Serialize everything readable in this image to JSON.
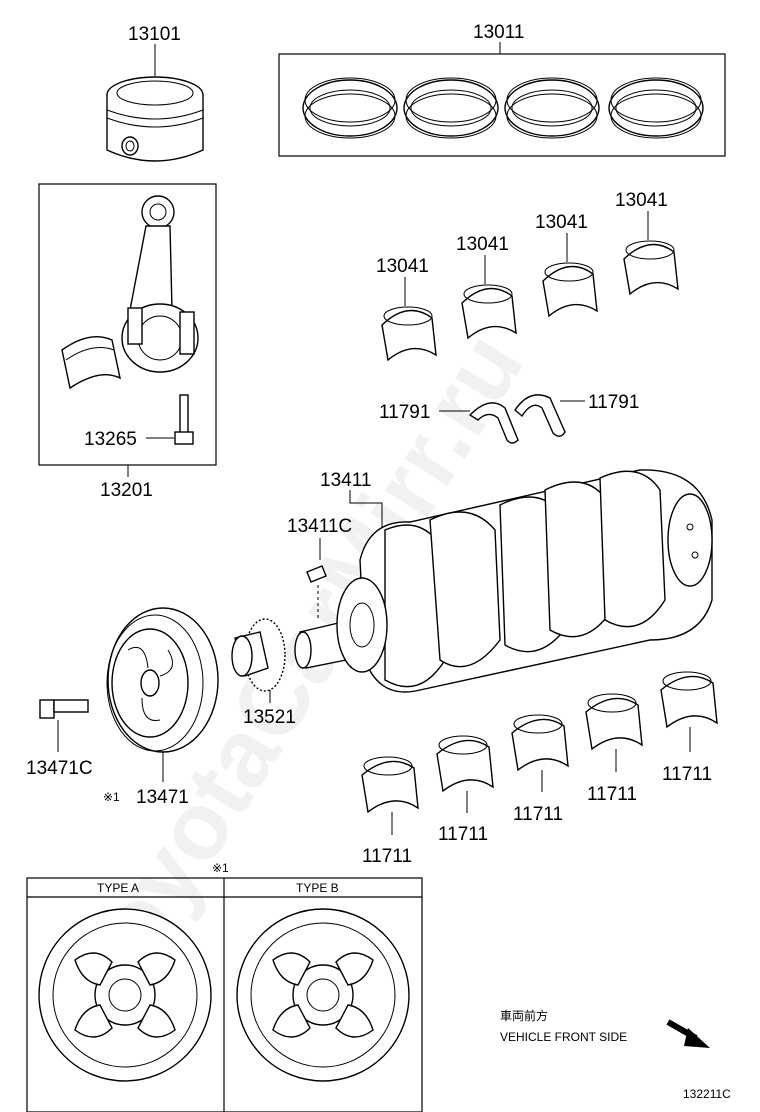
{
  "watermark": "ToyotaCarMirr.ru",
  "labels": {
    "piston": "13101",
    "rings": "13011",
    "conrod_assy": "13201",
    "conrod_bolt": "13265",
    "conrod_bearing_1": "13041",
    "conrod_bearing_2": "13041",
    "conrod_bearing_3": "13041",
    "conrod_bearing_4": "13041",
    "thrust_washer_1": "11791",
    "thrust_washer_2": "11791",
    "crankshaft": "13411",
    "crank_key": "13411C",
    "pulley": "13471",
    "pulley_bolt": "13471C",
    "timing_gear": "13521",
    "main_bearing_1": "11711",
    "main_bearing_2": "11711",
    "main_bearing_3": "11711",
    "main_bearing_4": "11711",
    "main_bearing_5": "11711"
  },
  "note_marker": "※1",
  "type_table": {
    "marker": "※1",
    "type_a": "TYPE A",
    "type_b": "TYPE B"
  },
  "front_side": {
    "japanese": "車両前方",
    "english": "VEHICLE FRONT SIDE"
  },
  "diagram_code": "132211C"
}
